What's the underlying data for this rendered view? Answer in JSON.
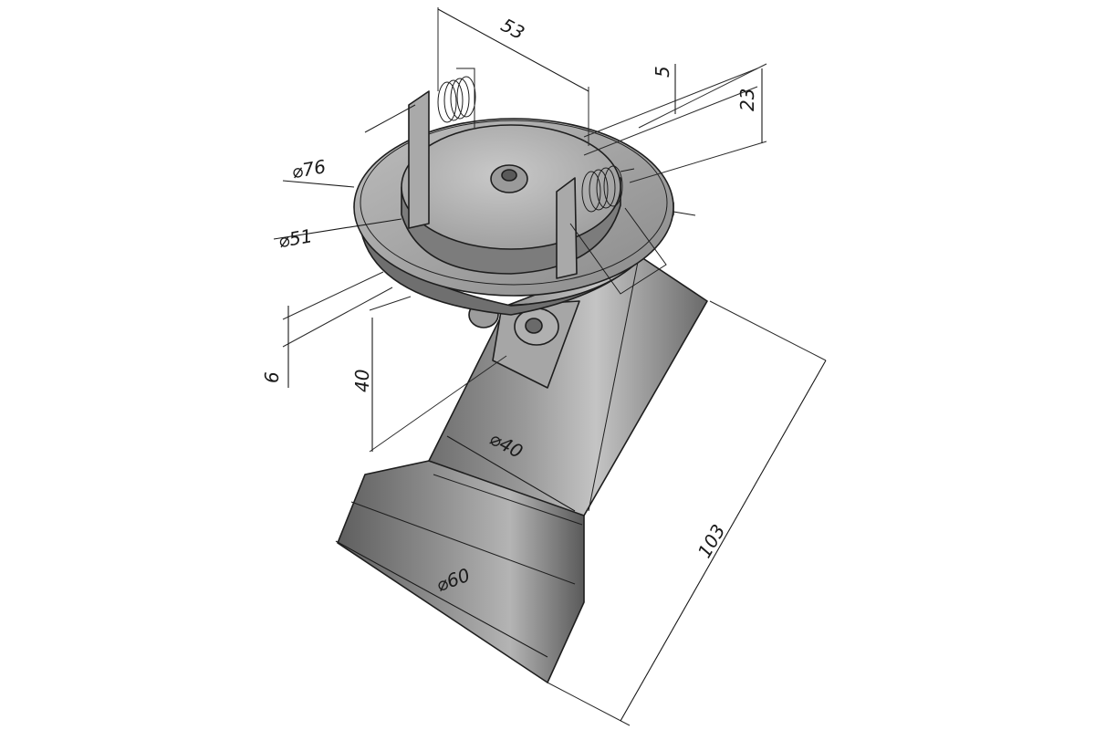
{
  "dimensions": {
    "d53": "53",
    "d5": "5",
    "d23": "23",
    "d76": "⌀76",
    "d51": "⌀51",
    "d6": "6",
    "d40": "40",
    "d40dia": "⌀40",
    "d60": "⌀60",
    "d103": "103"
  },
  "colors": {
    "body_light": "#b9b9b9",
    "body_mid": "#8c8c8c",
    "body_dark": "#5c5c5c",
    "line": "#1a1a1a"
  }
}
